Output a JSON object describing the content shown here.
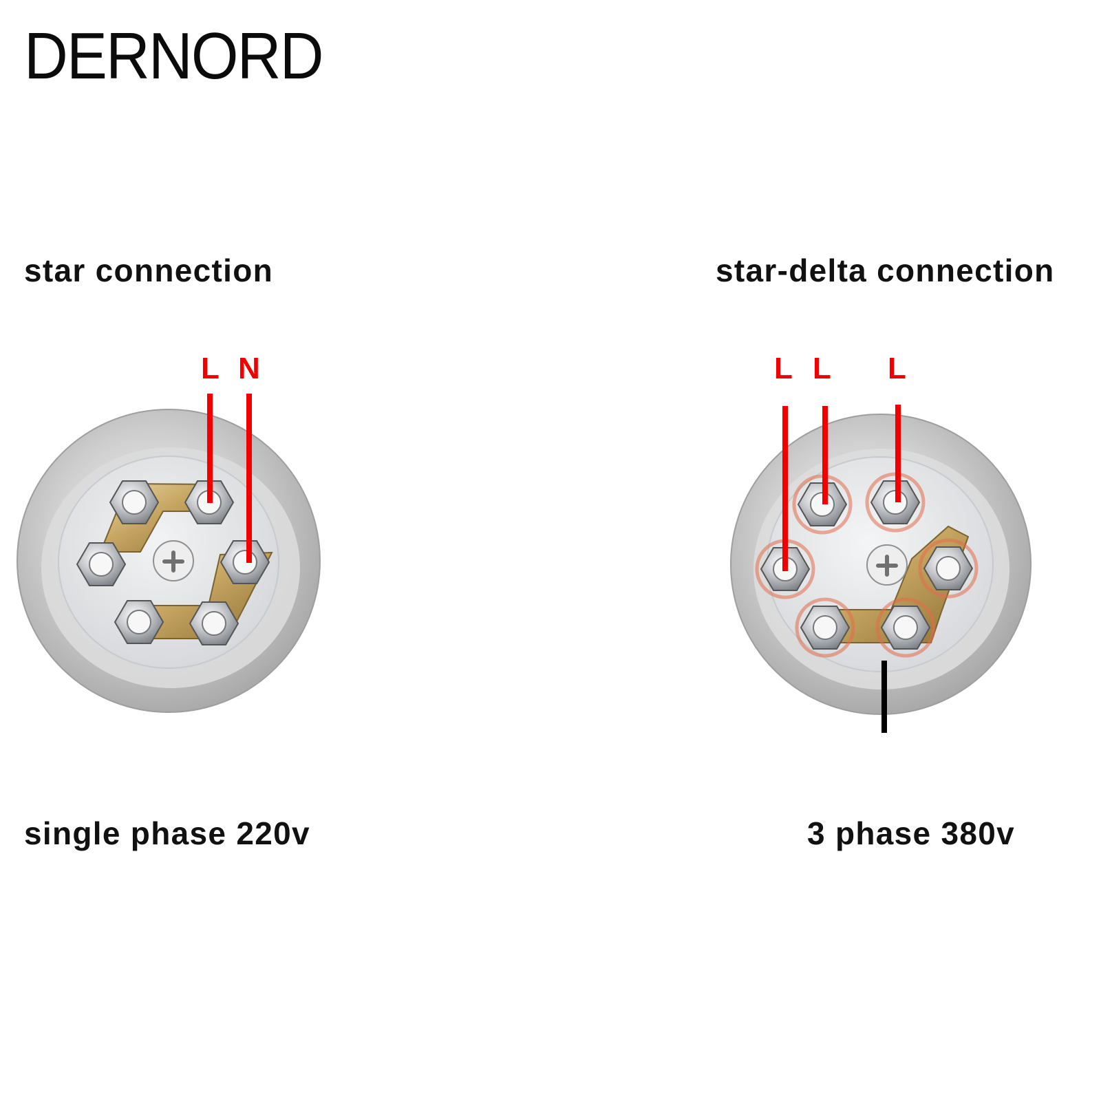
{
  "brand": "DERNORD",
  "colors": {
    "wire_red": "#f10000",
    "wire_black": "#000000",
    "flange": "#d8d8d8",
    "plate": "#e4e6e8",
    "bridge": "#c8aa66",
    "nut": "#cfcfd2"
  },
  "panels": {
    "left": {
      "title": "star connection",
      "voltage": "single phase 220v",
      "terminals": [
        "L",
        "N"
      ]
    },
    "right": {
      "title": "star-delta connection",
      "voltage": "3 phase 380v",
      "terminals": [
        "L",
        "L",
        "L"
      ]
    }
  }
}
